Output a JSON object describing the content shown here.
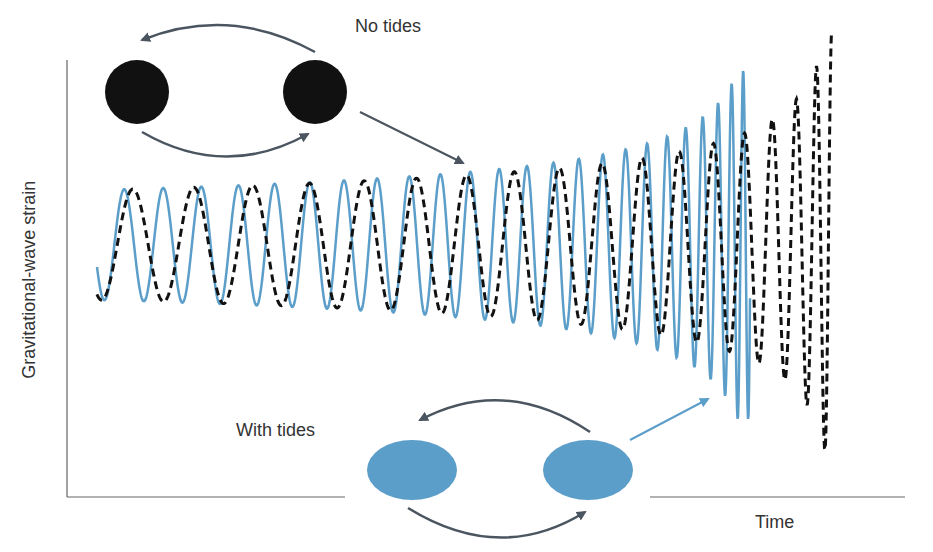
{
  "diagram": {
    "labels": [
      "No tides",
      "With tides",
      "Gravitational-wave strain",
      "Time"
    ]
  }
}
